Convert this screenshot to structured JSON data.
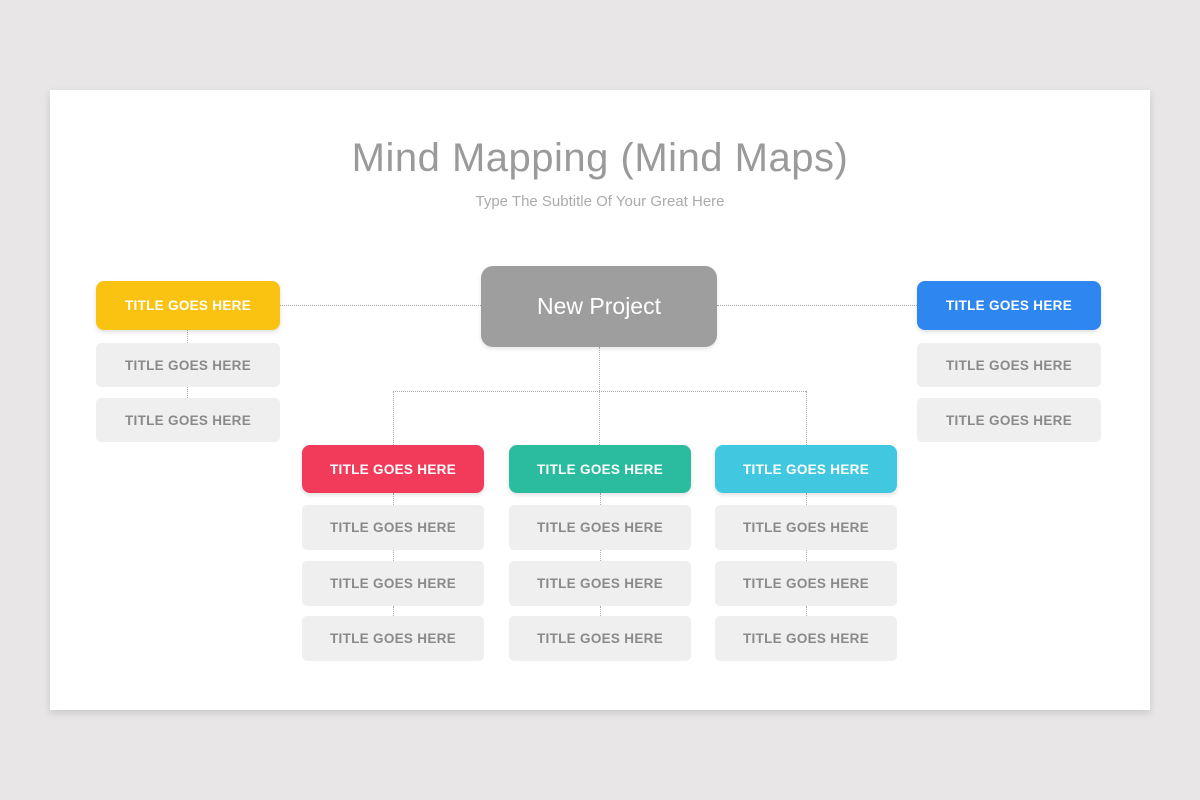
{
  "header": {
    "title": "Mind Mapping (Mind Maps)",
    "subtitle": "Type The Subtitle Of Your Great Here"
  },
  "colors": {
    "page_bg": "#e9e6e7",
    "slide_bg": "#ffffff",
    "center_node": "#9e9e9e",
    "branch_yellow": "#fbc311",
    "branch_blue": "#2e86f0",
    "branch_red": "#f23b5b",
    "branch_teal": "#2bbb9e",
    "branch_cyan": "#41c8e0",
    "child_bg": "#f0eff0",
    "child_text": "#8a8a8a",
    "connector": "#a9a9a9"
  },
  "diagram": {
    "center": {
      "label": "New Project"
    },
    "branches": {
      "left": {
        "label": "TITLE GOES HERE",
        "children": [
          "TITLE GOES HERE",
          "TITLE GOES HERE"
        ]
      },
      "right": {
        "label": "TITLE GOES HERE",
        "children": [
          "TITLE GOES HERE",
          "TITLE GOES HERE"
        ]
      },
      "bottom1": {
        "label": "TITLE GOES HERE",
        "children": [
          "TITLE GOES HERE",
          "TITLE GOES HERE",
          "TITLE GOES HERE"
        ]
      },
      "bottom2": {
        "label": "TITLE GOES HERE",
        "children": [
          "TITLE GOES HERE",
          "TITLE GOES HERE",
          "TITLE GOES HERE"
        ]
      },
      "bottom3": {
        "label": "TITLE GOES HERE",
        "children": [
          "TITLE GOES HERE",
          "TITLE GOES HERE",
          "TITLE GOES HERE"
        ]
      }
    }
  }
}
